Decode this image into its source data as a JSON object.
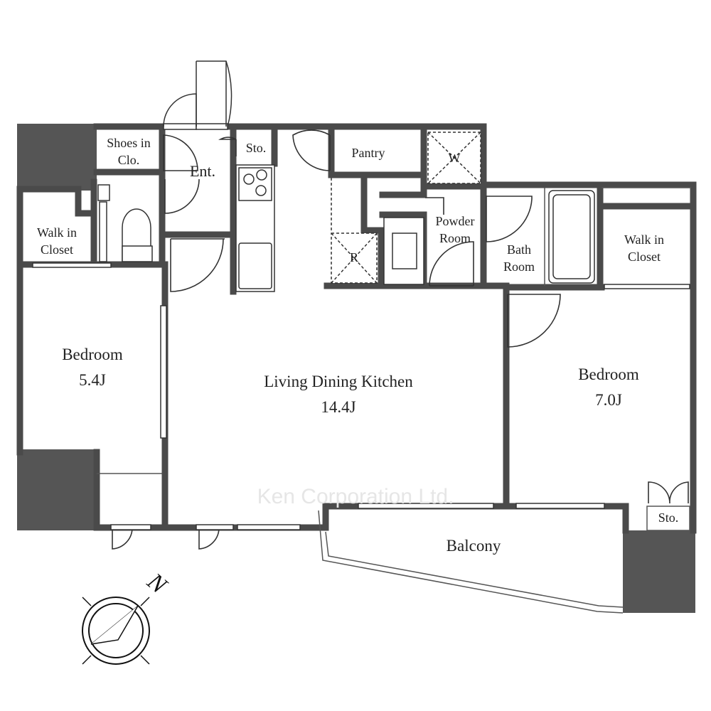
{
  "labels": {
    "shoes_in_clo_1": "Shoes in",
    "shoes_in_clo_2": "Clo.",
    "ent": "Ent.",
    "sto_top": "Sto.",
    "pantry": "Pantry",
    "w": "W",
    "r": "R",
    "powder_room_1": "Powder",
    "powder_room_2": "Room",
    "bath_room_1": "Bath",
    "bath_room_2": "Room",
    "walk_in_closet_left_1": "Walk in",
    "walk_in_closet_left_2": "Closet",
    "walk_in_closet_right_1": "Walk in",
    "walk_in_closet_right_2": "Closet",
    "bedroom_left": "Bedroom",
    "bedroom_left_size": "5.4J",
    "ldk": "Living Dining Kitchen",
    "ldk_size": "14.4J",
    "bedroom_right": "Bedroom",
    "bedroom_right_size": "7.0J",
    "balcony": "Balcony",
    "sto_bottom": "Sto.",
    "north": "N"
  },
  "watermark": "Ken Corporation Ltd.",
  "colors": {
    "wall": "#4a4a4a",
    "solid_block": "#555555",
    "thin_line": "#555555",
    "text": "#222222"
  }
}
